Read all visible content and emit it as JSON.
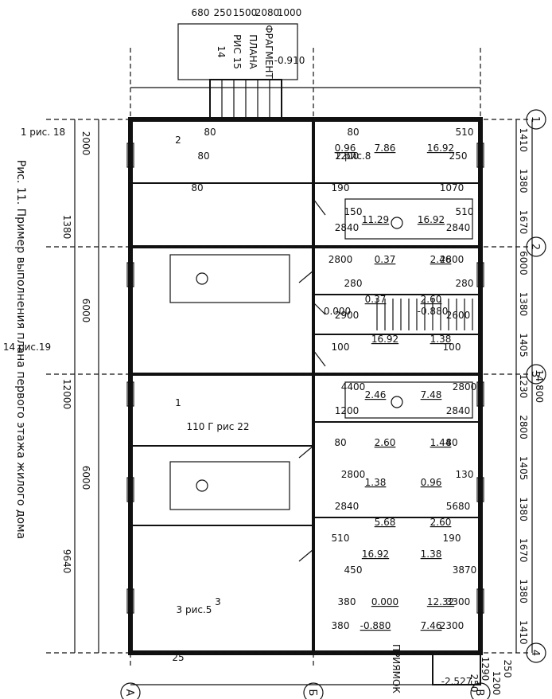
{
  "caption": "Рис. 11. Пример выполнения плана первого этажа жилого дома",
  "fragment": {
    "line1": "ФРАГМЕНТ",
    "line2": "ПЛАНА",
    "ref": "РИС 15",
    "mark": "14"
  },
  "pryamok": "ПРИЯМОК",
  "axes": {
    "num": [
      "1",
      "2",
      "3",
      "4"
    ],
    "let": [
      "А",
      "Б",
      "В"
    ]
  },
  "dims": {
    "top_chain": [
      "1410",
      "1380",
      "1670",
      "6000",
      "1380",
      "1405",
      "1230",
      "2800",
      "1405",
      "1380",
      "1670",
      "1380",
      "1410"
    ],
    "total_len": "14 800",
    "top_tail": [
      "250",
      "1200",
      "1290",
      "250"
    ],
    "right_chain": [
      "2000",
      "1380",
      "6000",
      "12000",
      "6000",
      "9640"
    ],
    "stair_top": [
      "1000",
      "2080",
      "1500",
      "250",
      "680"
    ],
    "level_marks": [
      "-0.910",
      "-2.527",
      "0.000",
      "-0.880"
    ],
    "inner": [
      "510",
      "250",
      "1070",
      "510",
      "2840",
      "2800",
      "280",
      "2600",
      "100",
      "2800",
      "2840",
      "80",
      "130",
      "5680",
      "190",
      "3870",
      "3300",
      "2300",
      "80",
      "1200",
      "190",
      "150",
      "2840",
      "2800",
      "280",
      "2900",
      "100",
      "4400",
      "1200",
      "80",
      "2800",
      "2840",
      "510",
      "450",
      "380",
      "380",
      "80",
      "80",
      "80"
    ]
  },
  "areas": [
    "16.92",
    "16.92",
    "2.46",
    "2.60",
    "1.38",
    "7.48",
    "1.44",
    "0.96",
    "2.60",
    "1.38",
    "12.32",
    "7.46",
    "7.86",
    "11.29",
    "0.37",
    "0.37",
    "16.92",
    "2.46",
    "2.60",
    "1.38",
    "5.68",
    "16.92",
    "0.000",
    "-0.880",
    "0.96"
  ],
  "refs": [
    "1 рис. 18",
    "2 рис.8",
    "2",
    "3 рис.5",
    "3",
    "1",
    "14 рис.19",
    "110 Г рис 22",
    "25"
  ]
}
